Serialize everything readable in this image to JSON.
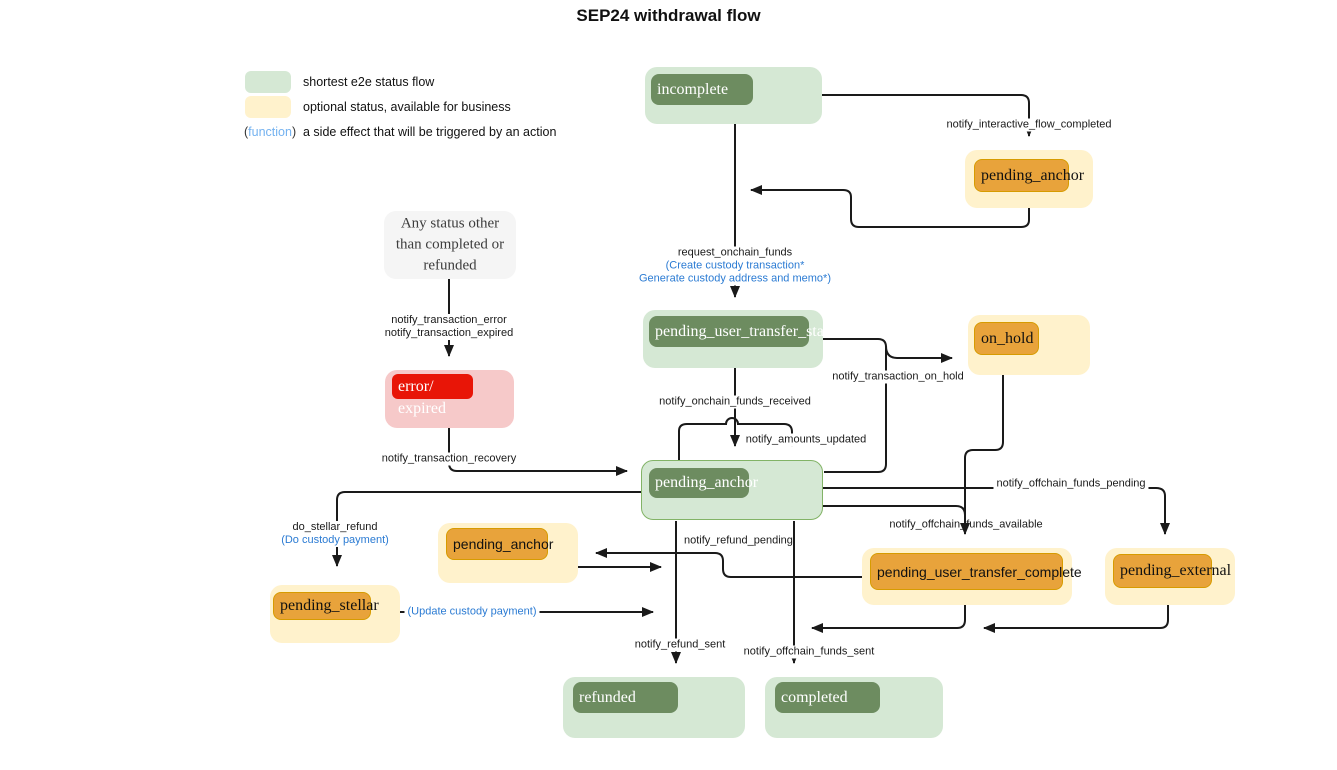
{
  "title": "SEP24 withdrawal flow",
  "legend": {
    "shortest_label": "shortest e2e status flow",
    "optional_label": "optional status, available for business",
    "function_open": "(",
    "function_word": "function",
    "function_close": ")",
    "function_label": "a side effect that will be triggered by an action"
  },
  "nodes": {
    "incomplete": {
      "label": "incomplete"
    },
    "pending_anchor_top": {
      "label": "pending_anchor"
    },
    "any_status": {
      "line1": "Any status other",
      "line2": "than completed or",
      "line3": "refunded"
    },
    "error_expired": {
      "line1": "error/",
      "line2": "expired"
    },
    "pending_user_transfer_start": {
      "label": "pending_user_transfer_start"
    },
    "on_hold": {
      "label": "on_hold"
    },
    "pending_anchor_center": {
      "label": "pending_anchor"
    },
    "pending_anchor_left": {
      "label": "pending_anchor"
    },
    "pending_stellar": {
      "label": "pending_stellar"
    },
    "pending_user_transfer_complete": {
      "label": "pending_user_transfer_complete"
    },
    "pending_external": {
      "label": "pending_external"
    },
    "refunded": {
      "label": "refunded"
    },
    "completed": {
      "label": "completed"
    }
  },
  "edge_labels": {
    "notify_interactive_flow_completed": "notify_interactive_flow_completed",
    "request_onchain_funds": "request_onchain_funds",
    "request_side_effect_1": "(Create custody transaction*",
    "request_side_effect_2": "Generate custody address and memo*)",
    "notify_transaction_error": "notify_transaction_error",
    "notify_transaction_expired": "notify_transaction_expired",
    "notify_transaction_on_hold": "notify_transaction_on_hold",
    "notify_onchain_funds_received": "notify_onchain_funds_received",
    "notify_amounts_updated": "notify_amounts_updated",
    "notify_transaction_recovery": "notify_transaction_recovery",
    "notify_offchain_funds_pending": "notify_offchain_funds_pending",
    "notify_offchain_funds_available": "notify_offchain_funds_available",
    "do_stellar_refund": "do_stellar_refund",
    "do_stellar_side_effect": "(Do custody payment)",
    "notify_refund_pending": "notify_refund_pending",
    "update_custody_payment": "(Update custody payment)",
    "notify_refund_sent": "notify_refund_sent",
    "notify_offchain_funds_sent": "notify_offchain_funds_sent"
  },
  "colors": {
    "flow_green_fill": "#d5e8d4",
    "flow_green_dark": "#6d8c60",
    "flow_green_border": "#82b366",
    "optional_yellow_fill": "#fff2cc",
    "optional_orange": "#e8a33b",
    "optional_orange_border": "#d79b00",
    "error_pink_fill": "#f6c9c9",
    "error_red": "#e81507",
    "neutral_gray_fill": "#f5f5f5",
    "side_effect_blue": "#2b7bd3",
    "legend_function_blue": "#74b2f0",
    "edge_line": "#1a1a1a"
  }
}
